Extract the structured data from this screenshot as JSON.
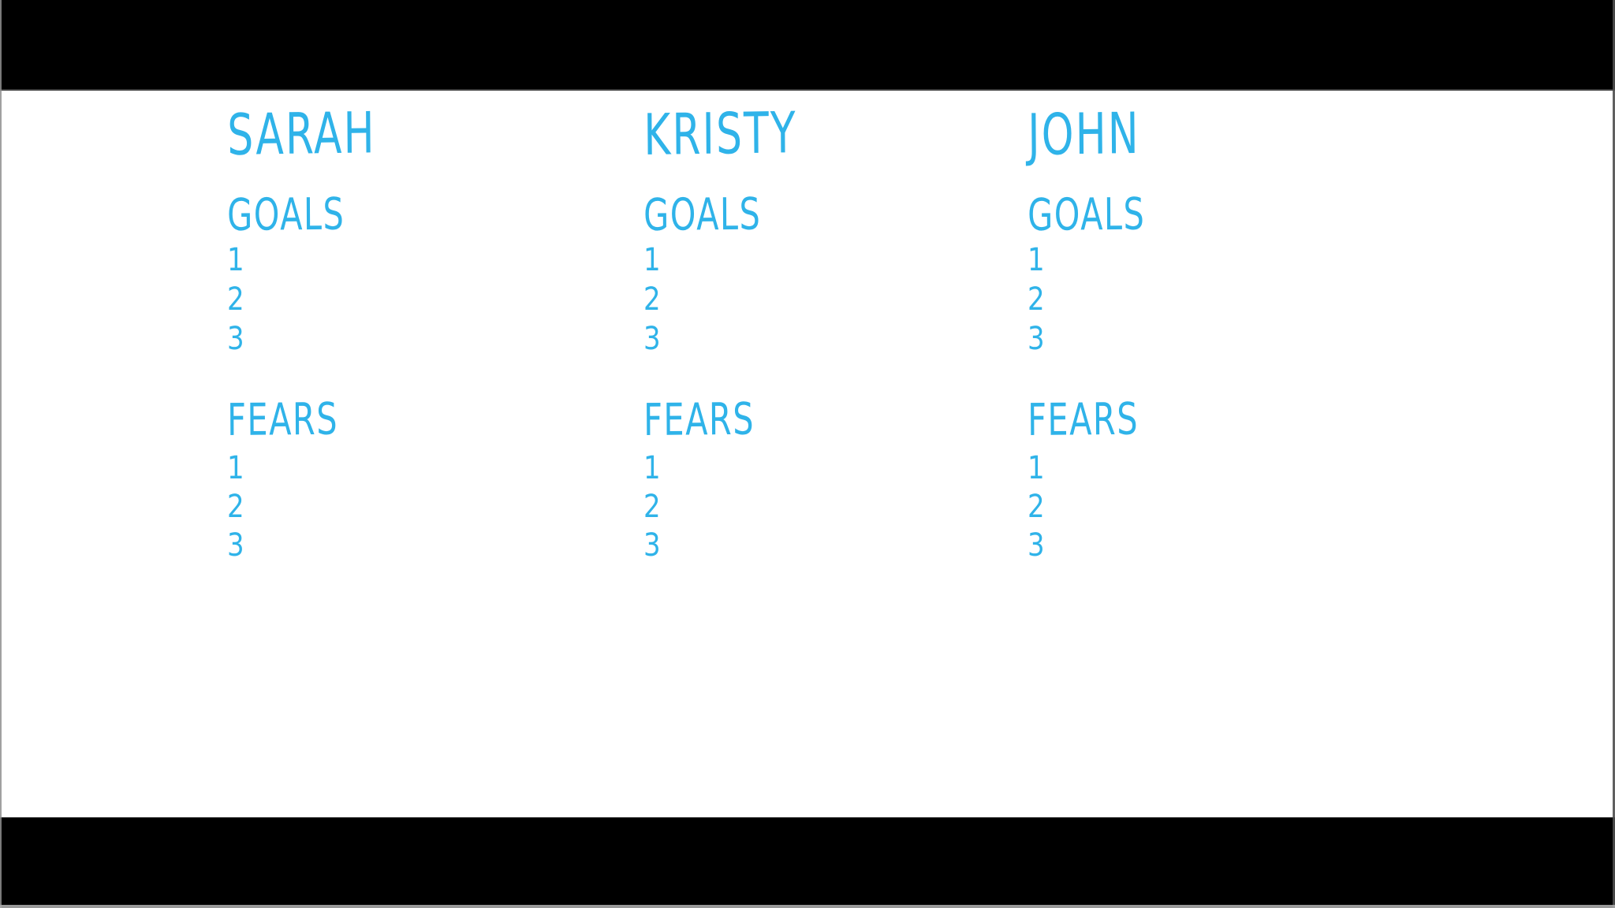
{
  "colors": {
    "ink": "#2FB3E9",
    "canvas": "#FFFFFF",
    "letterbox": "#000000"
  },
  "board": {
    "columns": [
      {
        "name": "SARAH",
        "goals": {
          "title": "GOALS",
          "items": [
            "1",
            "2",
            "3"
          ]
        },
        "fears": {
          "title": "FEARS",
          "items": [
            "1",
            "2",
            "3"
          ]
        }
      },
      {
        "name": "KRISTY",
        "goals": {
          "title": "GOALS",
          "items": [
            "1",
            "2",
            "3"
          ]
        },
        "fears": {
          "title": "FEARS",
          "items": [
            "1",
            "2",
            "3"
          ]
        }
      },
      {
        "name": "JOHN",
        "goals": {
          "title": "GOALS",
          "items": [
            "1",
            "2",
            "3"
          ]
        },
        "fears": {
          "title": "FEARS",
          "items": [
            "1",
            "2",
            "3"
          ]
        }
      }
    ]
  }
}
